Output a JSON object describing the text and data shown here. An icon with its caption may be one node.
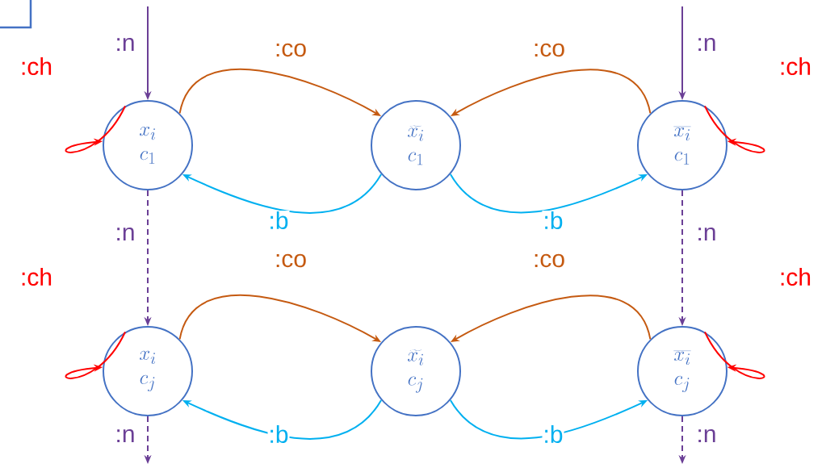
{
  "diagram": {
    "nodes": [
      {
        "text": [
          "x_i",
          "c_1"
        ]
      },
      {
        "text": [
          "\\widetilde{x_i}",
          "c_1"
        ]
      },
      {
        "text": [
          "\\overline{x_i}",
          "c_1"
        ]
      },
      {
        "text": [
          "x_i",
          "c_j"
        ]
      },
      {
        "text": [
          "\\widetilde{x_i}",
          "c_j"
        ]
      },
      {
        "text": [
          "\\overline{x_i}",
          "c_j"
        ]
      }
    ],
    "edges": [
      {
        "from": null,
        "to": 0,
        "arrow": "to",
        "label": ":n",
        "color": "#6b3f96"
      },
      {
        "from": 0,
        "to": 0,
        "arrow": "to",
        "label": ":ch",
        "color": "#ff0000"
      },
      {
        "from": 0,
        "to": 1,
        "arrow": "to",
        "label": ":co",
        "color": "#c55a11"
      },
      {
        "from": 2,
        "to": 1,
        "arrow": "to",
        "label": ":co",
        "color": "#c55a11"
      },
      {
        "from": 2,
        "to": 2,
        "arrow": "to",
        "label": ":ch",
        "color": "#ff0000"
      },
      {
        "from": null,
        "to": 2,
        "arrow": "to",
        "label": ":n",
        "color": "#6b3f96"
      },
      {
        "from": 1,
        "to": 0,
        "arrow": "to",
        "label": ":b",
        "color": "#00b0f0"
      },
      {
        "from": 1,
        "to": 2,
        "arrow": "to",
        "label": ":b",
        "color": "#00b0f0"
      },
      {
        "from": 0,
        "to": 3,
        "arrow": "to",
        "label": ":n",
        "style": "dashed",
        "color": "#6b3f96"
      },
      {
        "from": 2,
        "to": 5,
        "arrow": "to",
        "label": ":n",
        "style": "dashed",
        "color": "#6b3f96"
      },
      {
        "from": 3,
        "to": 3,
        "arrow": "to",
        "label": ":ch",
        "color": "#ff0000"
      },
      {
        "from": 3,
        "to": 4,
        "arrow": "to",
        "label": ":co",
        "color": "#c55a11"
      },
      {
        "from": 5,
        "to": 4,
        "arrow": "to",
        "label": ":co",
        "color": "#c55a11"
      },
      {
        "from": 5,
        "to": 5,
        "arrow": "to",
        "label": ":ch",
        "color": "#ff0000"
      },
      {
        "from": 4,
        "to": 3,
        "arrow": "to",
        "label": ":b",
        "color": "#00b0f0"
      },
      {
        "from": 4,
        "to": 5,
        "arrow": "to",
        "label": ":b",
        "color": "#00b0f0"
      },
      {
        "from": 3,
        "to": null,
        "arrow": "to",
        "label": ":n",
        "style": "dashed",
        "color": "#6b3f96"
      },
      {
        "from": 5,
        "to": null,
        "arrow": "to",
        "label": ":n",
        "style": "dashed",
        "color": "#6b3f96"
      }
    ]
  }
}
